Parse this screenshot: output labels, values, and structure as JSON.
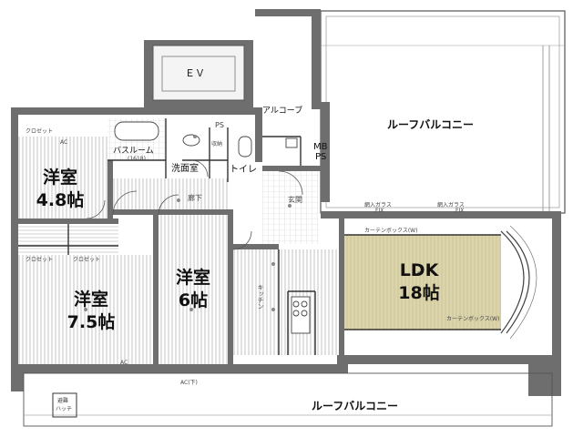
{
  "plan": {
    "rooms": {
      "ev": "ＥＶ",
      "alcove": "アルコーブ",
      "roof_balcony_top": "ルーフバルコニー",
      "roof_balcony_bottom": "ルーフバルコニー",
      "mbps_1": "MB",
      "mbps_2": "PS",
      "ps_top": "PS",
      "bathroom": "バスルーム",
      "bath_size": "(1618)",
      "washroom": "洗面室",
      "toilet": "トイレ",
      "storage": "収納",
      "entrance": "玄関",
      "corridor": "廊下",
      "kitchen": "キッチン",
      "hatch_1": "避難",
      "hatch_2": "ハッチ",
      "western_48_name": "洋室",
      "western_48_size": "4.8帖",
      "western_75_name": "洋室",
      "western_75_size": "7.5帖",
      "western_6_name": "洋室",
      "western_6_size": "6帖",
      "ldk_name": "LDK",
      "ldk_size": "18帖"
    },
    "notes": {
      "closet_1": "クロゼット",
      "closet_2": "クロゼット",
      "closet_3": "クロゼット",
      "wire_glass_1": "網入ガラス",
      "wire_glass_2": "網入ガラス",
      "fix_1": "FIX",
      "fix_2": "FIX",
      "curtain_box_1": "カーテンボックス(W)",
      "curtain_box_2": "カーテンボックス(W)",
      "ac_1": "AC",
      "ac_2": "AC",
      "ac_3": "AC(下)"
    }
  },
  "colors": {
    "wall": "#6e6e6e",
    "floor_hatch": "#c9c9c9",
    "ldk_floor": "#d9d1a6",
    "ev_fill": "#f4f4f4",
    "line": "#333333"
  }
}
